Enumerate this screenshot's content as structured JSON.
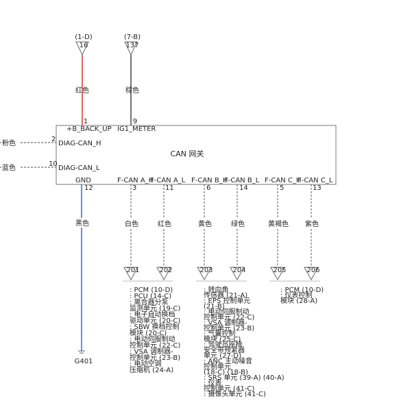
{
  "gateway": {
    "title": "CAN 网关",
    "signals": {
      "backup": "+B_BACK_UP",
      "ig1": "IG1_METER",
      "diag_h": "DIAG-CAN_H",
      "diag_l": "DIAG-CAN_L",
      "gnd": "GND",
      "fcan_a_h": "F-CAN A_H",
      "fcan_a_l": "F-CAN A_L",
      "fcan_b_h": "F-CAN B_H",
      "fcan_b_l": "F-CAN B_L",
      "fcan_c_h": "F-CAN C_H",
      "fcan_c_l": "F-CAN C_L"
    },
    "pins": {
      "backup": "1",
      "ig1": "9",
      "diag_h": "2",
      "diag_l": "10",
      "gnd": "12",
      "fcan_a_h": "3",
      "fcan_a_l": "11",
      "fcan_b_h": "6",
      "fcan_b_l": "14",
      "fcan_c_h": "5",
      "fcan_c_l": "13"
    }
  },
  "top_connectors": [
    {
      "ref": "(1-D)",
      "num": "16"
    },
    {
      "ref": "(7-B)",
      "num": "137"
    }
  ],
  "wire_colors": {
    "backup": "红色",
    "ig1": "棕色",
    "diag_h": "粉色",
    "diag_l": "蓝色",
    "gnd": "黑色",
    "fcan_a_h": "白色",
    "fcan_a_l": "红色",
    "fcan_b_h": "黄色",
    "fcan_b_l": "绿色",
    "fcan_c_h": "黄褐色",
    "fcan_c_l": "紫色"
  },
  "ground": {
    "label": "G401"
  },
  "bottom_connectors": [
    {
      "num": "201"
    },
    {
      "num": "202"
    },
    {
      "num": "203"
    },
    {
      "num": "204"
    },
    {
      "num": "205"
    },
    {
      "num": "206"
    }
  ],
  "notes": {
    "group_a": [
      ": PCM (10-D)",
      ": PCU (14-C)",
      ": 离合器分泵",
      "监测单元 (19-C)",
      ": 电子自动换档",
      "驱动单元 (20-C)",
      ": SBW 换档控制",
      "模块 (20-C)",
      ": 电动伺服制动",
      "控制单元 (22-C)",
      ": VSA 调制器-",
      "控制单元 (23-B)",
      ": 电动空调",
      "压缩机 (24-A)"
    ],
    "group_b": [
      ": 转向角",
      "传感器 (21-A)",
      ": EPS 控制单元",
      "(21-B)",
      ": 电动伺服制动",
      "控制单元 (22-C)",
      ": VSA 调制器-",
      "控制单元 (23-B)",
      ": 气囊控制",
      "模块 (25-C)",
      ": 驾驶员座椅",
      "安全带预紧器",
      "单元 (27-D)",
      ": ANC 主动噪音",
      "控制单元",
      "(18-C) (18-B)",
      ": SRS 单元 (39-A) (40-A)",
      ": 仪表",
      "控制单元 (41-C)",
      ": 摄像头单元 (41-C)"
    ],
    "group_c": [
      ": PCM (10-D)",
      ": 仪表控制",
      "模块 (28-A)"
    ]
  }
}
